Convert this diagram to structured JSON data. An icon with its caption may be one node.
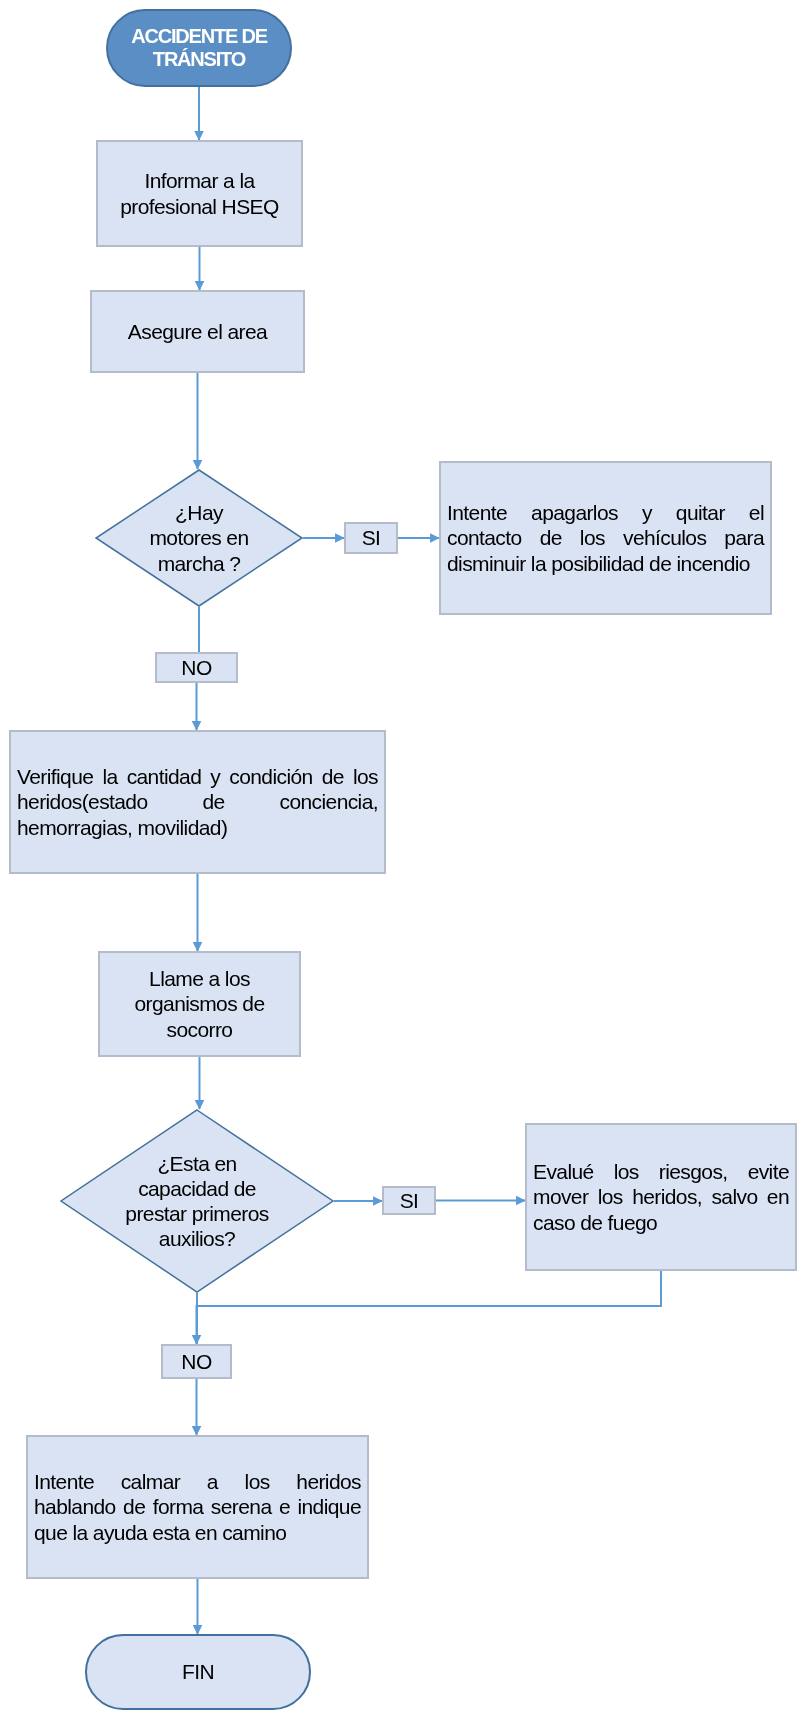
{
  "diagram": {
    "nodes": [
      {
        "text": [
          "ACCIDENTE DE TRÁNSITO"
        ]
      },
      {
        "text": [
          "Informar a la profesional HSEQ"
        ]
      },
      {
        "text": [
          "Asegure el area"
        ]
      },
      {
        "text": [
          "¿Hay motores en marcha ?"
        ]
      },
      {
        "text": [
          "SI"
        ]
      },
      {
        "text": [
          "Intente apagarlos y quitar el contacto de los vehículos para disminuir la posibilidad de incendio"
        ]
      },
      {
        "text": [
          "NO"
        ]
      },
      {
        "text": [
          "Verifique la cantidad y condición de los heridos(estado de conciencia, hemorragias, movilidad)"
        ]
      },
      {
        "text": [
          "Llame a los organismos de socorro"
        ]
      },
      {
        "text": [
          "¿Esta en capacidad de prestar primeros auxilios?"
        ]
      },
      {
        "text": [
          "SI"
        ]
      },
      {
        "text": [
          "Evalué los riesgos, evite mover los heridos, salvo en caso de fuego"
        ]
      },
      {
        "text": [
          "NO"
        ]
      },
      {
        "text": [
          "Intente calmar a los heridos hablando de forma serena e indique que la ayuda esta en camino"
        ]
      },
      {
        "text": [
          "FIN"
        ]
      }
    ],
    "edges": [
      {
        "from": 0,
        "to": 1,
        "arrow": "to"
      },
      {
        "from": 1,
        "to": 2,
        "arrow": "to"
      },
      {
        "from": 2,
        "to": 3,
        "arrow": "to"
      },
      {
        "from": 3,
        "to": 4,
        "arrow": "to"
      },
      {
        "from": 4,
        "to": 5,
        "arrow": "to"
      },
      {
        "from": 3,
        "to": 6,
        "arrow": "none"
      },
      {
        "from": 6,
        "to": 7,
        "arrow": "to"
      },
      {
        "from": 7,
        "to": 8,
        "arrow": "to"
      },
      {
        "from": 8,
        "to": 9,
        "arrow": "to"
      },
      {
        "from": 9,
        "to": 10,
        "arrow": "to"
      },
      {
        "from": 10,
        "to": 11,
        "arrow": "to"
      },
      {
        "from": 9,
        "to": 12,
        "arrow": "none"
      },
      {
        "from": 11,
        "to": 12,
        "arrow": "to"
      },
      {
        "from": 12,
        "to": 13,
        "arrow": "to"
      },
      {
        "from": 13,
        "to": 14,
        "arrow": "to"
      }
    ]
  }
}
